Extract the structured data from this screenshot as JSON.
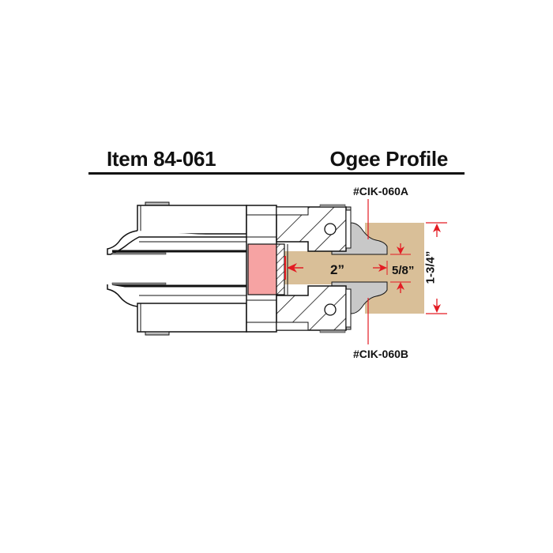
{
  "header": {
    "item_label": "Item 84-061",
    "profile_label": "Ogee Profile"
  },
  "parts": {
    "top_cutter": "#CIK-060A",
    "bottom_cutter": "#CIK-060B"
  },
  "dimensions": {
    "depth": "2”",
    "gap": "5/8”",
    "overall_height": "1-3/4”"
  },
  "colors": {
    "workpiece": "#d9bf98",
    "spacer": "#f6a3a3",
    "cutter_gray": "#c8c8c8",
    "dimension_red": "#e31b23",
    "line": "#111111"
  }
}
